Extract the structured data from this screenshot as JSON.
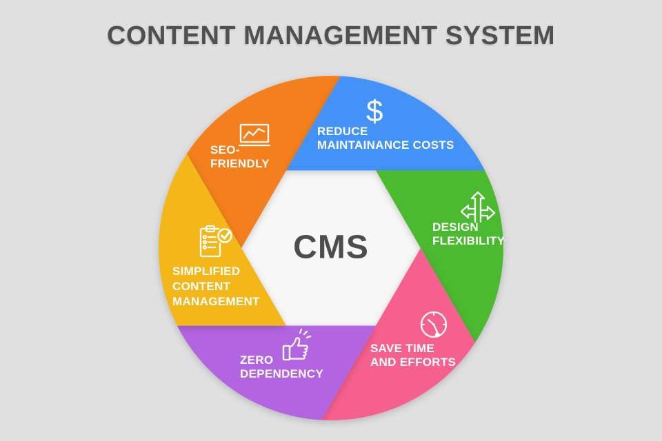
{
  "title": "CONTENT MANAGEMENT SYSTEM",
  "center": {
    "label": "CMS"
  },
  "background_color": "#E0E0E0",
  "hexagon_color": "#F7F7F7",
  "title_color": "#505053",
  "label_text_color": "#FFFFFF",
  "segments": [
    {
      "name": "seo-friendly",
      "icon": "line-chart-icon",
      "color": "#F4801D",
      "lines": [
        "SEO-",
        "FRIENDLY"
      ]
    },
    {
      "name": "reduce-maintainance-costs",
      "icon": "dollar-icon",
      "color": "#4392F8",
      "glyph": "$",
      "lines": [
        "REDUCE",
        "MAINTAINANCE COSTS"
      ]
    },
    {
      "name": "design-flexibility",
      "icon": "direction-arrows-icon",
      "color": "#4CBA31",
      "lines": [
        "DESIGN",
        "FLEXIBILITY"
      ]
    },
    {
      "name": "save-time-and-efforts",
      "icon": "clock-icon",
      "color": "#F6608F",
      "lines": [
        "SAVE TIME",
        "AND EFFORTS"
      ]
    },
    {
      "name": "zero-dependency",
      "icon": "thumbs-up-icon",
      "color": "#B364E1",
      "lines": [
        "ZERO",
        "DEPENDENCY"
      ]
    },
    {
      "name": "simplified-content-management",
      "icon": "clipboard-check-icon",
      "color": "#F3B71A",
      "lines": [
        "SIMPLIFIED",
        "CONTENT",
        "MANAGEMENT"
      ]
    }
  ]
}
